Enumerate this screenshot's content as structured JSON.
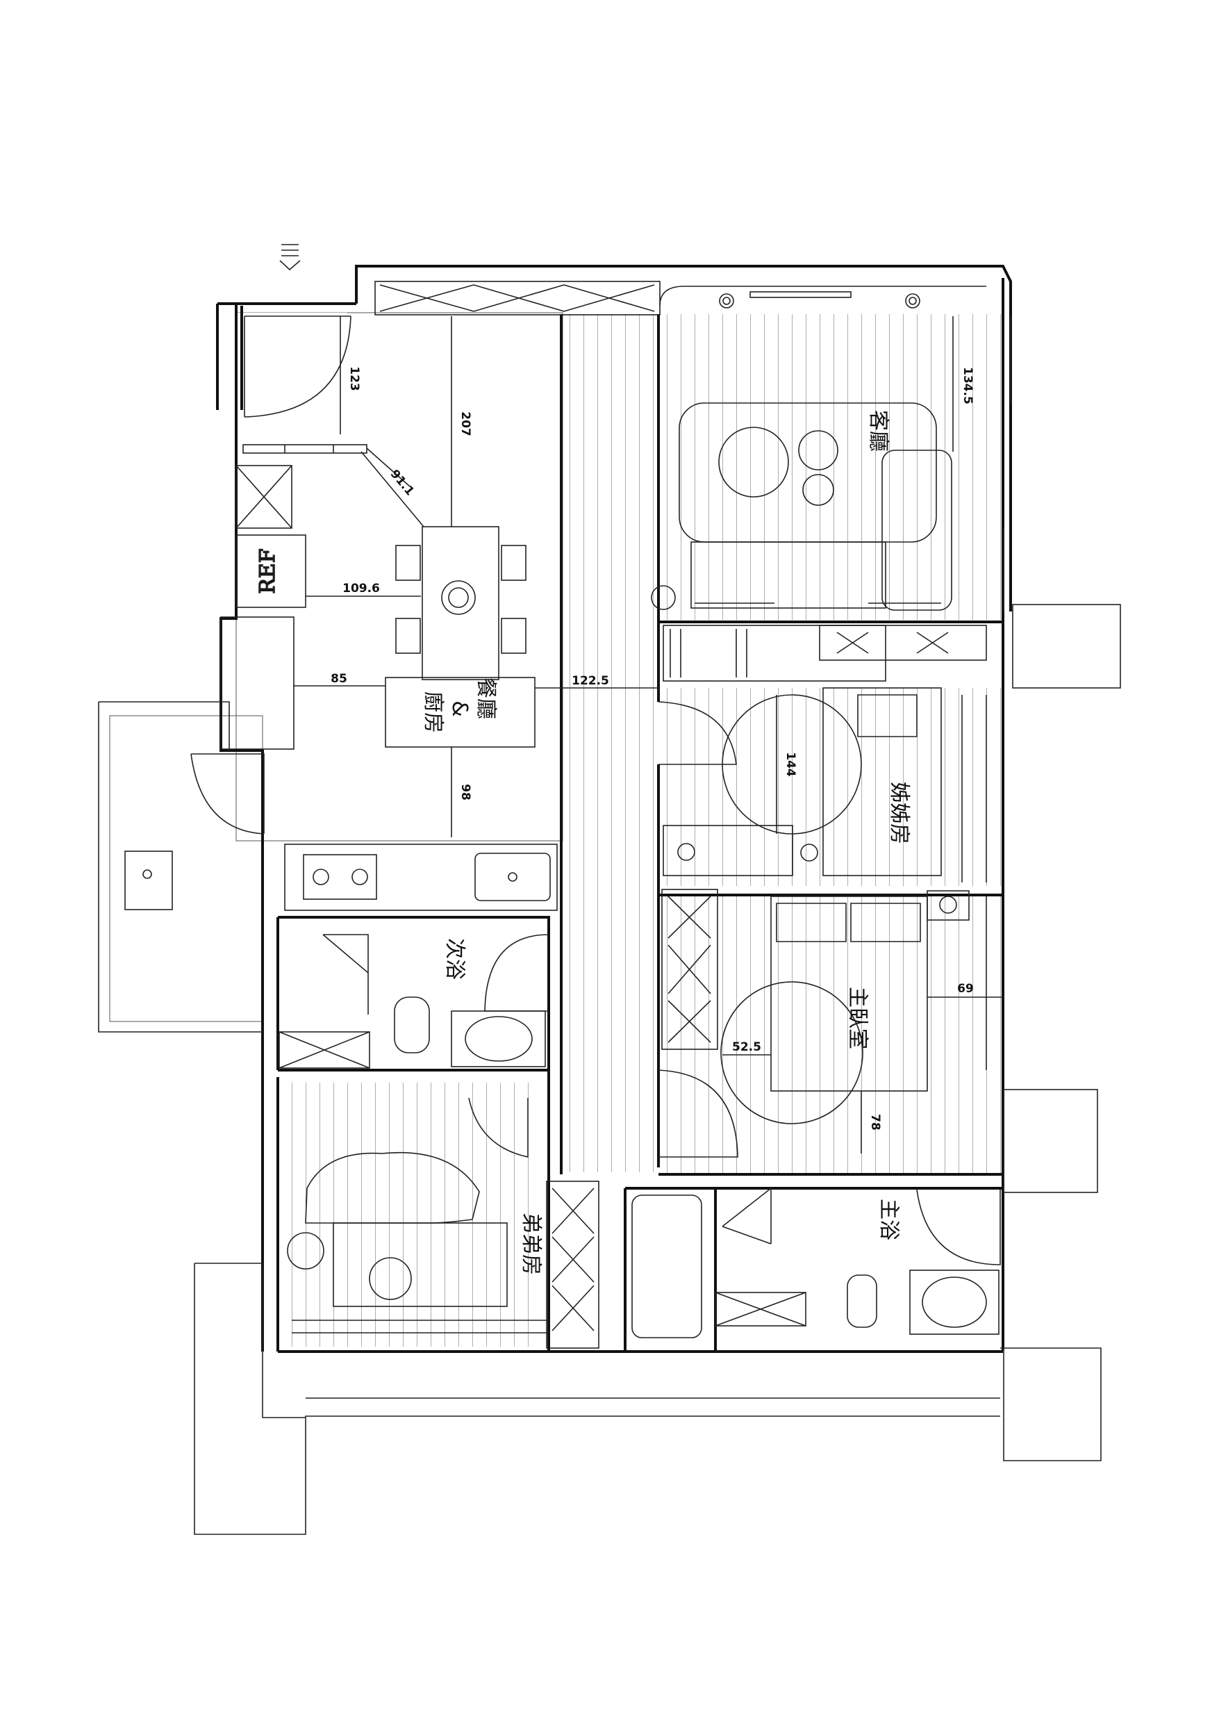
{
  "plan": {
    "rooms": {
      "living": "客廳",
      "dining_kitchen": [
        "餐廳",
        "&",
        "廚房"
      ],
      "sister": "姊姊房",
      "master": "主臥室",
      "guest_bath": "次浴",
      "brother": "弟弟房",
      "master_bath": "主浴"
    },
    "fridge_label": "REF",
    "dimensions": {
      "door_123": "123",
      "hall_207": "207",
      "diag_91": "91.1",
      "ref_109": "109.6",
      "d_85": "85",
      "corridor_122": "122.5",
      "d_98": "98",
      "living_134": "134.5",
      "sister_144": "144",
      "master_69": "69",
      "master_52": "52.5",
      "master_78": "78"
    }
  }
}
